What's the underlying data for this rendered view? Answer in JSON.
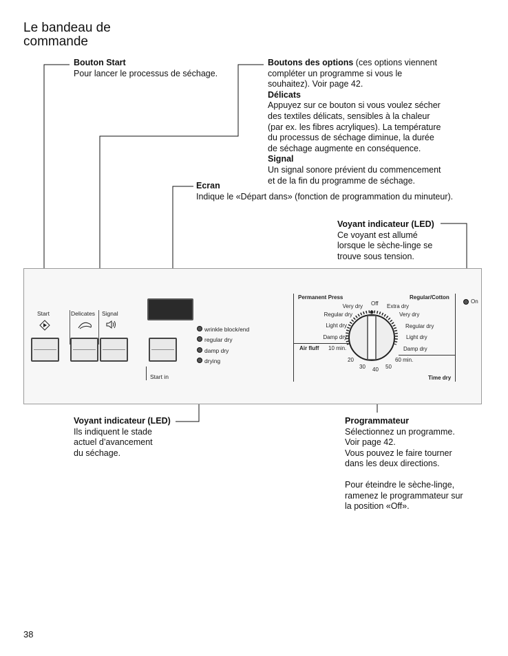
{
  "heading": {
    "line1": "Le bandeau de",
    "line2": "commande"
  },
  "callouts": {
    "start": {
      "title": "Bouton Start",
      "text": "Pour lancer le processus de séchage."
    },
    "options": {
      "title": "Boutons des options",
      "lines": [
        "(ces options viennent",
        "compléter un programme si vous le",
        "souhaitez). Voir page 42."
      ],
      "delicates_title": "Délicats",
      "delicates_lines": [
        "Appuyez sur ce bouton si vous voulez sécher",
        "des textiles délicats, sensibles à la chaleur",
        "(par ex. les fibres acryliques). La température",
        "du processus de séchage diminue, la durée",
        "de séchage augmente en conséquence."
      ],
      "signal_title": "Signal",
      "signal_lines": [
        "Un signal sonore prévient du commencement",
        "et de la fin du programme de séchage."
      ]
    },
    "ecran": {
      "title": "Ecran",
      "text": "Indique le «Départ dans» (fonction de programmation du minuteur)."
    },
    "power_led": {
      "title": "Voyant indicateur (LED)",
      "lines": [
        "Ce voyant est allumé",
        "lorsque le sèche-linge se",
        "trouve sous tension."
      ]
    },
    "status_leds": {
      "title": "Voyant indicateur (LED)",
      "lines": [
        "Ils indiquent le stade",
        "actuel d’avancement",
        "du séchage."
      ]
    },
    "programmer": {
      "title": "Programmateur",
      "lines": [
        "Sélectionnez un programme.",
        "Voir page 42.",
        "Vous pouvez le faire tourner",
        "dans les deux directions."
      ],
      "lines2": [
        "Pour éteindre le sèche-linge,",
        "ramenez le programmateur sur",
        "la position «Off»."
      ]
    }
  },
  "panel": {
    "start_label": "Start",
    "delicates_label": "Delicates",
    "signal_label": "Signal",
    "start_in_label": "Start in",
    "leds": [
      "wrinkle block/end",
      "regular dry",
      "damp dry",
      "drying"
    ],
    "power_label": "On",
    "dial": {
      "permanent_press": "Permanent Press",
      "regular_cotton": "Regular/Cotton",
      "off": "Off",
      "left": [
        "Very dry",
        "Regular dry",
        "Light dry",
        "Damp dry"
      ],
      "right": [
        "Extra dry",
        "Very dry",
        "Regular dry",
        "Light dry",
        "Damp dry"
      ],
      "air_fluff": "Air fluff",
      "time_dry": "Time dry",
      "times": [
        "10 min.",
        "20",
        "30",
        "40",
        "50",
        "60 min."
      ]
    }
  },
  "page_number": "38"
}
